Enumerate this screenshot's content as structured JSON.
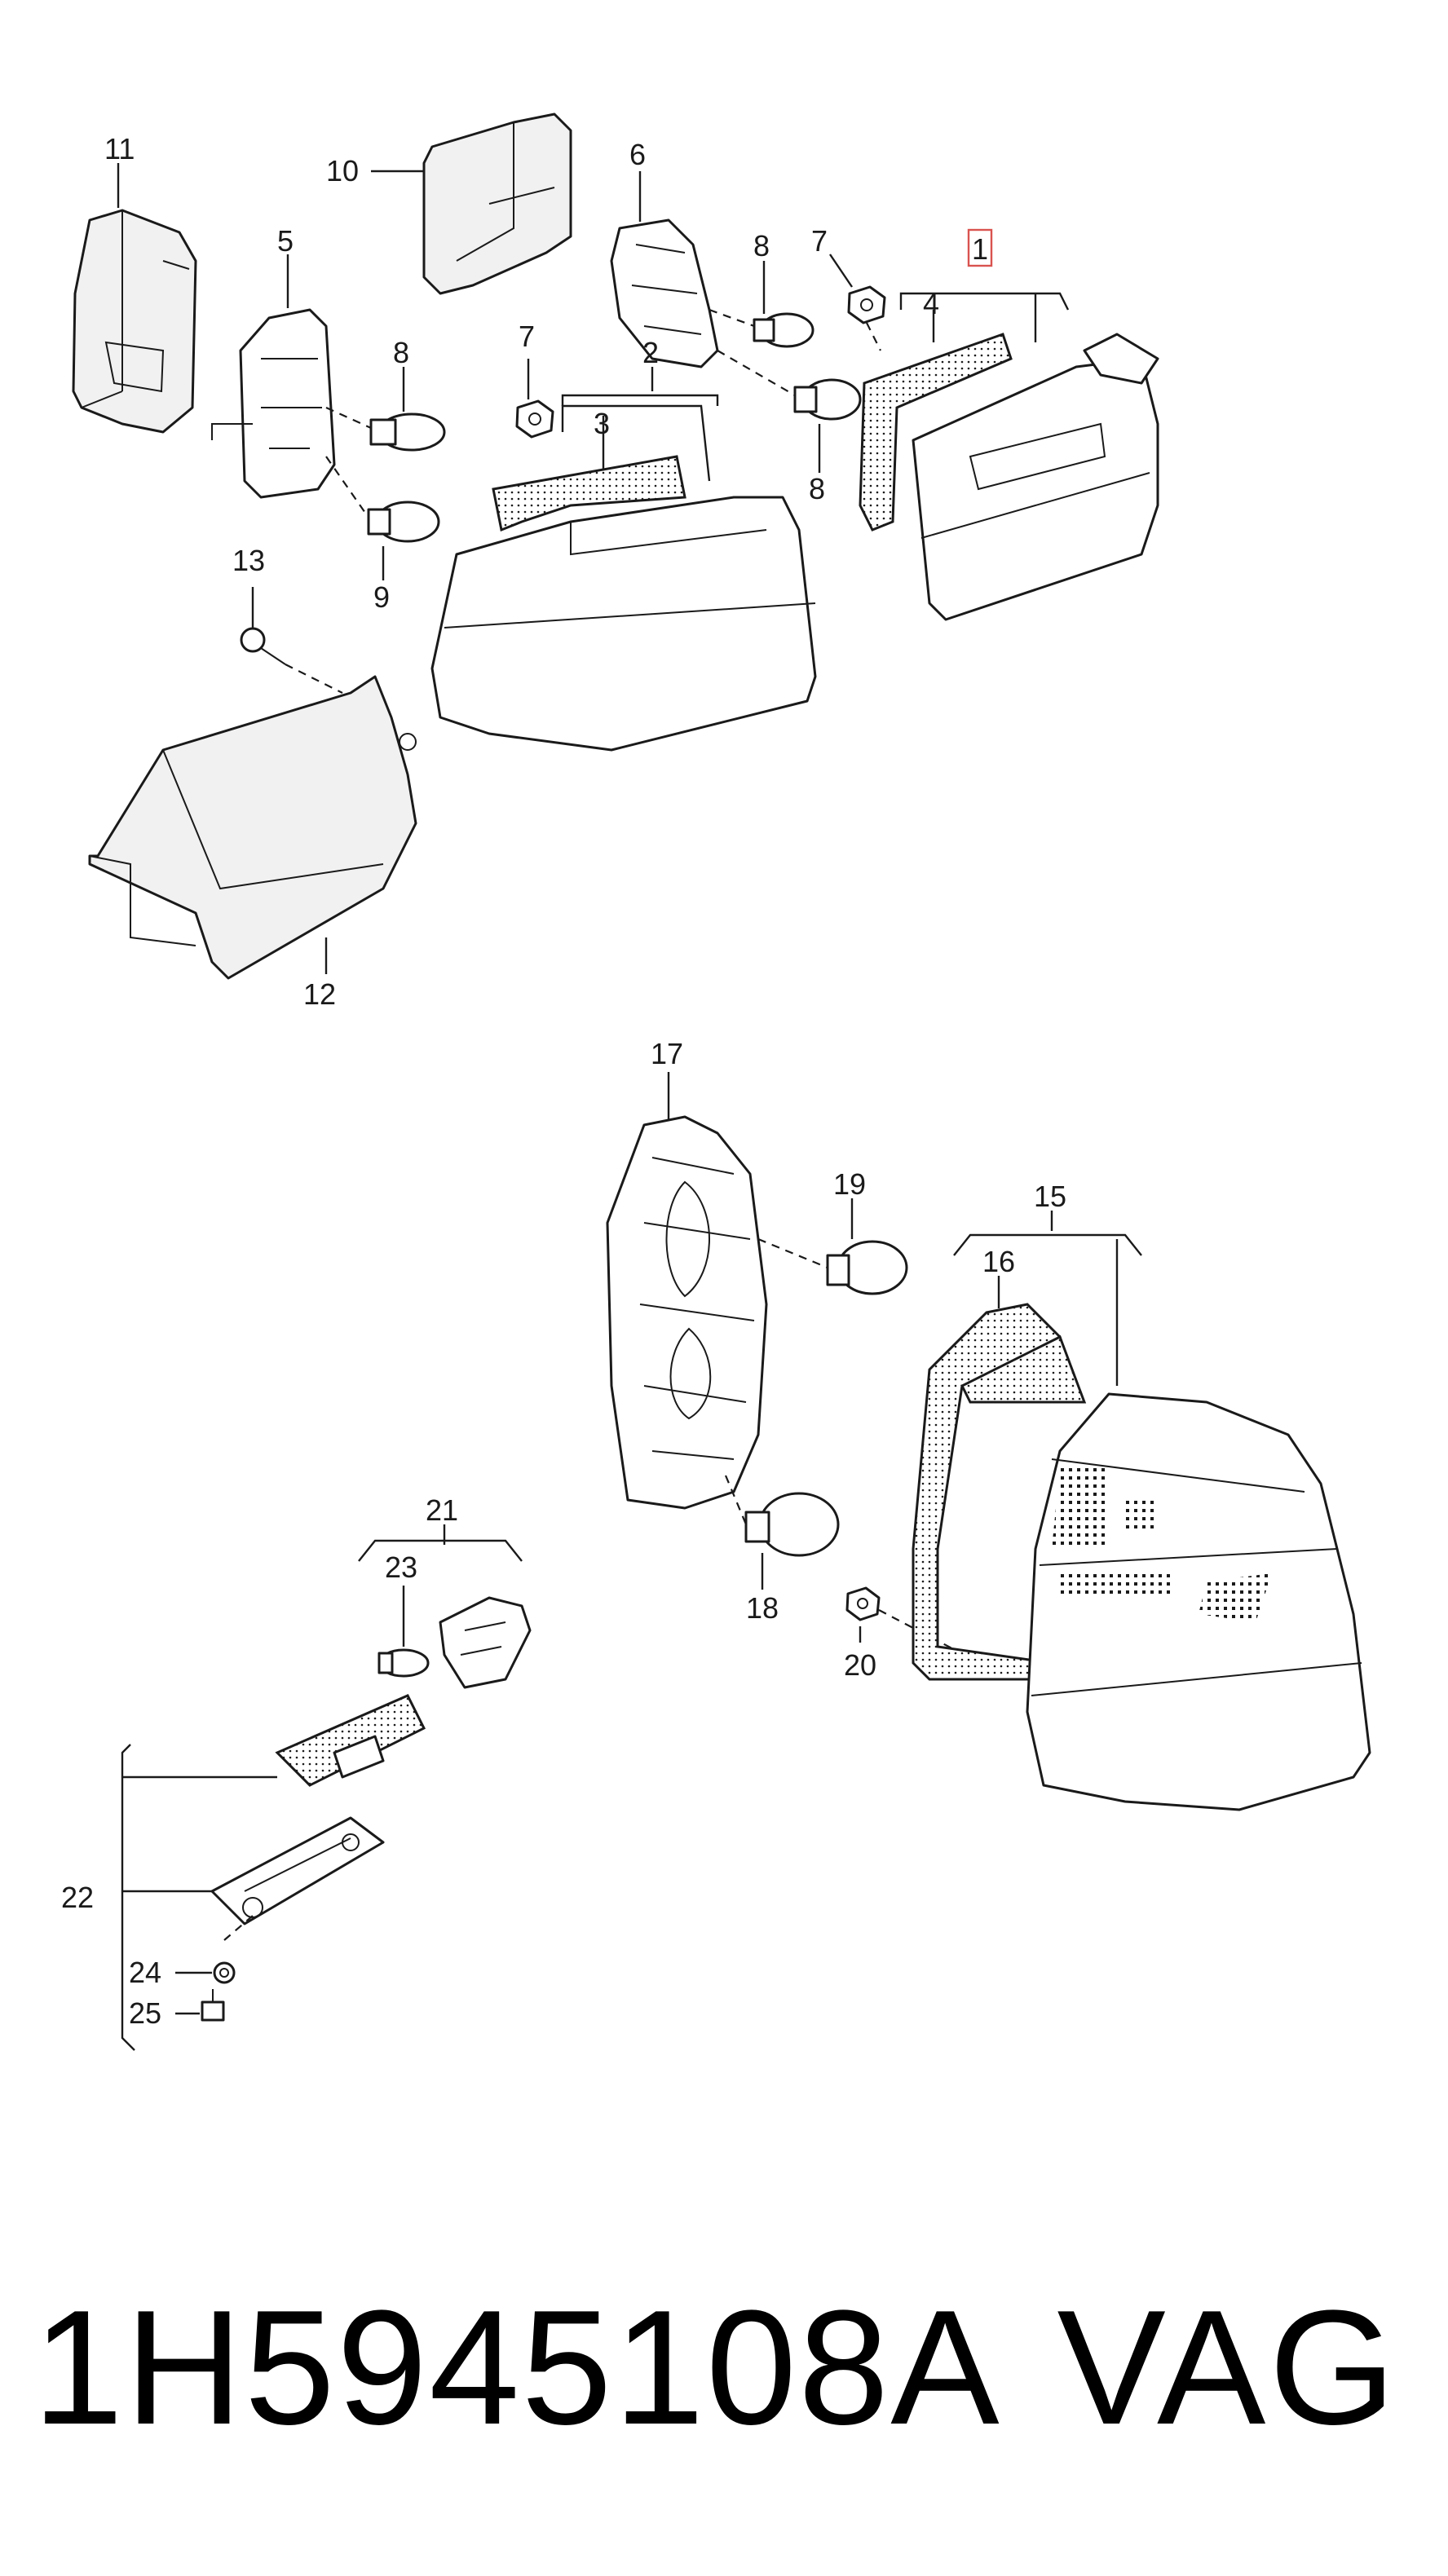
{
  "diagram": {
    "callouts": {
      "c1": "1",
      "c2": "2",
      "c3": "3",
      "c4": "4",
      "c5": "5",
      "c6": "6",
      "c7a": "7",
      "c7b": "7",
      "c8a": "8",
      "c8b": "8",
      "c8c": "8",
      "c9": "9",
      "c10": "10",
      "c11": "11",
      "c12": "12",
      "c13": "13",
      "c15": "15",
      "c16": "16",
      "c17": "17",
      "c18": "18",
      "c19": "19",
      "c20": "20",
      "c21": "21",
      "c22": "22",
      "c23": "23",
      "c24": "24",
      "c25": "25"
    },
    "highlighted_callout": "1",
    "highlight_color": "#d9534f"
  },
  "footer": {
    "part_number": "1H5945108A",
    "brand": "VAG"
  }
}
